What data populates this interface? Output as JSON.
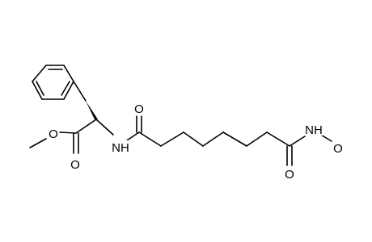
{
  "diagram": {
    "type": "chemical-structure",
    "colors": {
      "bond": "#000000",
      "label": "#000000",
      "background": "#ffffff"
    },
    "atom_labels": {
      "ester_carbonyl_o": "O",
      "ester_ether_o": "O",
      "amide_n": "NH",
      "amide_carbonyl_o": "O",
      "hydroxamic_carbonyl_o": "O",
      "hydroxamic_n": "NH",
      "hydroxyl_o": "O"
    },
    "stereo": {
      "alpha_carbon": "wedge"
    }
  }
}
